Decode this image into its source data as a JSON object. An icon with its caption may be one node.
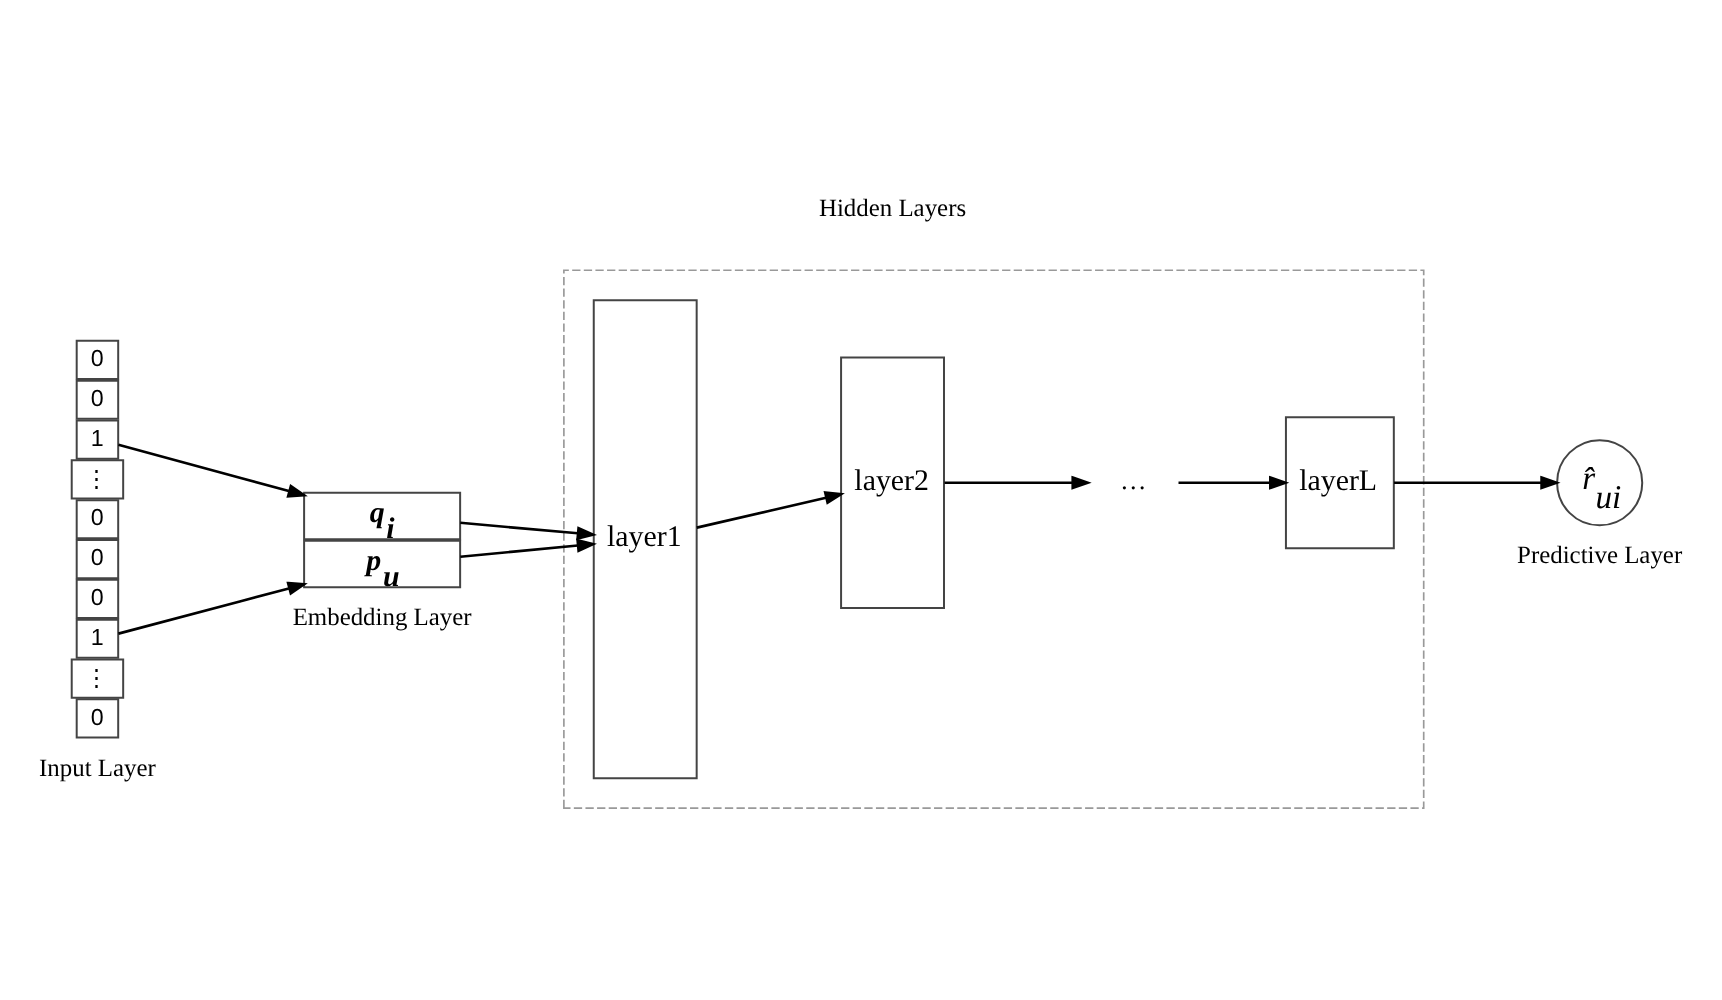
{
  "diagram": {
    "nodes": [
      {
        "text": [
          "0"
        ]
      },
      {
        "text": [
          "0"
        ]
      },
      {
        "text": [
          "1"
        ]
      },
      {
        "text": [
          "⋮"
        ]
      },
      {
        "text": [
          "0"
        ]
      },
      {
        "text": [
          "0"
        ]
      },
      {
        "text": [
          "0"
        ]
      },
      {
        "text": [
          "1"
        ]
      },
      {
        "text": [
          "⋮"
        ]
      },
      {
        "text": [
          "0"
        ]
      },
      {
        "text": [
          "q$_{i}$"
        ]
      },
      {
        "text": [
          "p$_{u}$"
        ]
      },
      {
        "text": [],
        "shape": "box"
      },
      {
        "text": [
          "layer1"
        ],
        "in": 12
      },
      {
        "text": [
          "layer2"
        ],
        "in": 12
      },
      {
        "text": [
          "…"
        ],
        "in": 12
      },
      {
        "text": [
          "layerL"
        ],
        "in": 12
      },
      {
        "text": [
          "r̂$_{ui}$"
        ]
      }
    ],
    "edges": [
      {
        "from": 2,
        "to": 10,
        "arrow": "to"
      },
      {
        "from": 7,
        "to": 11,
        "arrow": "to"
      },
      {
        "from": 10,
        "to": 13,
        "arrow": "to"
      },
      {
        "from": 11,
        "to": 13,
        "arrow": "to"
      },
      {
        "from": 13,
        "to": 14,
        "arrow": "to"
      },
      {
        "from": 14,
        "to": 15,
        "arrow": "to"
      },
      {
        "from": 15,
        "to": 16,
        "arrow": "to"
      },
      {
        "from": 16,
        "to": 17,
        "arrow": "to"
      }
    ],
    "labels": [
      "Input Layer",
      "Embedding Layer",
      "Hidden Layers",
      "Predictive Layer"
    ]
  }
}
